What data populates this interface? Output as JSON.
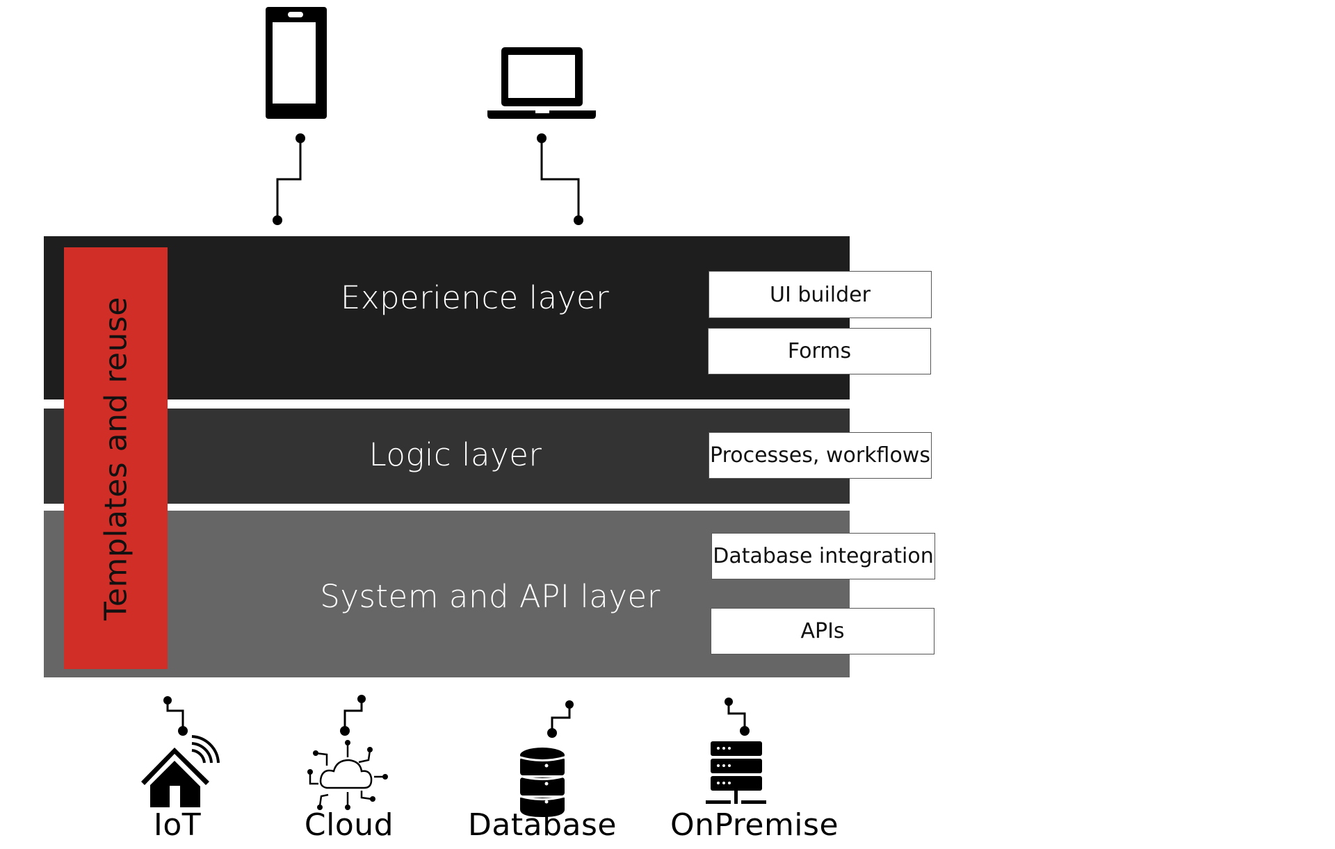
{
  "diagram": {
    "top_devices": [
      {
        "name": "Mobile phone",
        "icon": "smartphone-icon"
      },
      {
        "name": "Laptop",
        "icon": "laptop-icon"
      }
    ],
    "layers": [
      {
        "title": "Experience layer",
        "color": "#1e1e1e",
        "features": [
          "UI builder",
          "Forms"
        ]
      },
      {
        "title": "Logic layer",
        "color": "#333333",
        "features": [
          "Processes, workflows"
        ]
      },
      {
        "title": "System and API layer",
        "color": "#666666",
        "features": [
          "Database integration",
          "APIs"
        ]
      }
    ],
    "cross_cutting": {
      "label": "Templates and reuse",
      "color": "#d12e28"
    },
    "sources": [
      {
        "label": "IoT",
        "icon": "smart-home-icon"
      },
      {
        "label": "Cloud",
        "icon": "cloud-network-icon"
      },
      {
        "label": "Database",
        "icon": "database-icon"
      },
      {
        "label": "OnPremise",
        "icon": "server-rack-icon"
      }
    ]
  }
}
